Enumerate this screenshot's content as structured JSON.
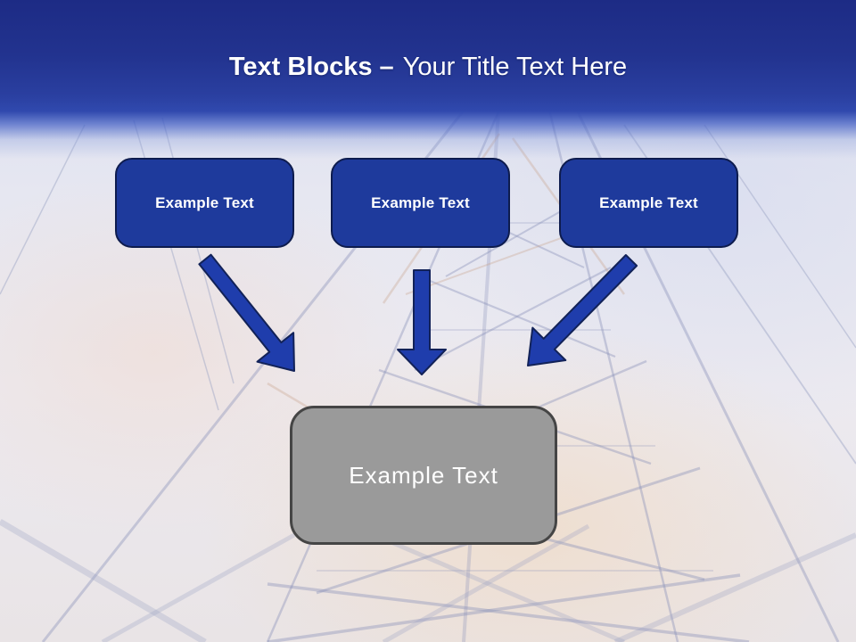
{
  "slide": {
    "title": {
      "emphasis": "Text Blocks –",
      "rest": "Your Title Text Here"
    },
    "blocks": [
      {
        "label": "Example Text"
      },
      {
        "label": "Example Text"
      },
      {
        "label": "Example Text"
      }
    ],
    "result_block": {
      "label": "Example Text"
    },
    "colors": {
      "header_top": "#1d2b85",
      "header_bottom": "#3049ae",
      "block_fill": "#1e3a9c",
      "block_border": "#0e1c4e",
      "arrow_fill": "#1f3dac",
      "arrow_border": "#122258",
      "result_fill": "#9a9a9a",
      "result_border": "#454545",
      "title_color": "#ffffff"
    }
  }
}
